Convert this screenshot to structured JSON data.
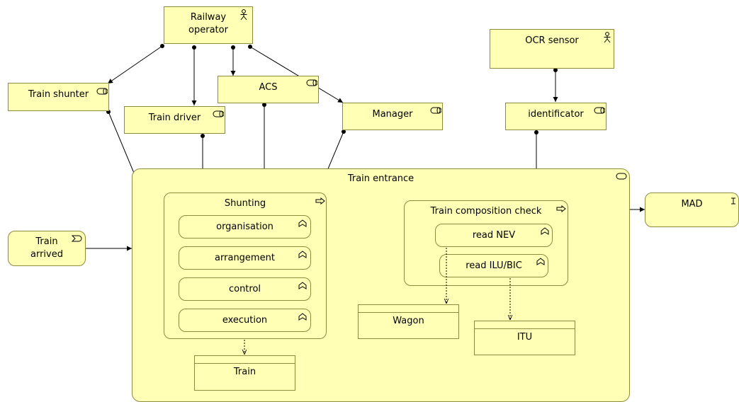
{
  "elements": {
    "railway_operator": "Railway\noperator",
    "ocr_sensor": "OCR sensor",
    "train_shunter": "Train shunter",
    "acs": "ACS",
    "train_driver": "Train driver",
    "manager": "Manager",
    "identificator": "identificator",
    "train_entrance": "Train entrance",
    "shunting": "Shunting",
    "organisation": "organisation",
    "arrangement": "arrangement",
    "control": "control",
    "execution": "execution",
    "train_composition_check": "Train composition check",
    "read_nev": "read NEV",
    "read_ilu_bic": "read ILU/BIC",
    "wagon": "Wagon",
    "itu": "ITU",
    "train": "Train",
    "train_arrived": "Train\narrived",
    "mad": "MAD"
  },
  "icons": {
    "actor": "actor-icon",
    "role": "role-icon",
    "process": "process-icon",
    "function": "function-icon",
    "service": "service-icon",
    "event": "event-icon",
    "interface": "interface-icon"
  },
  "colors": {
    "fill": "#ffffb5",
    "border": "#8c8c3c"
  }
}
